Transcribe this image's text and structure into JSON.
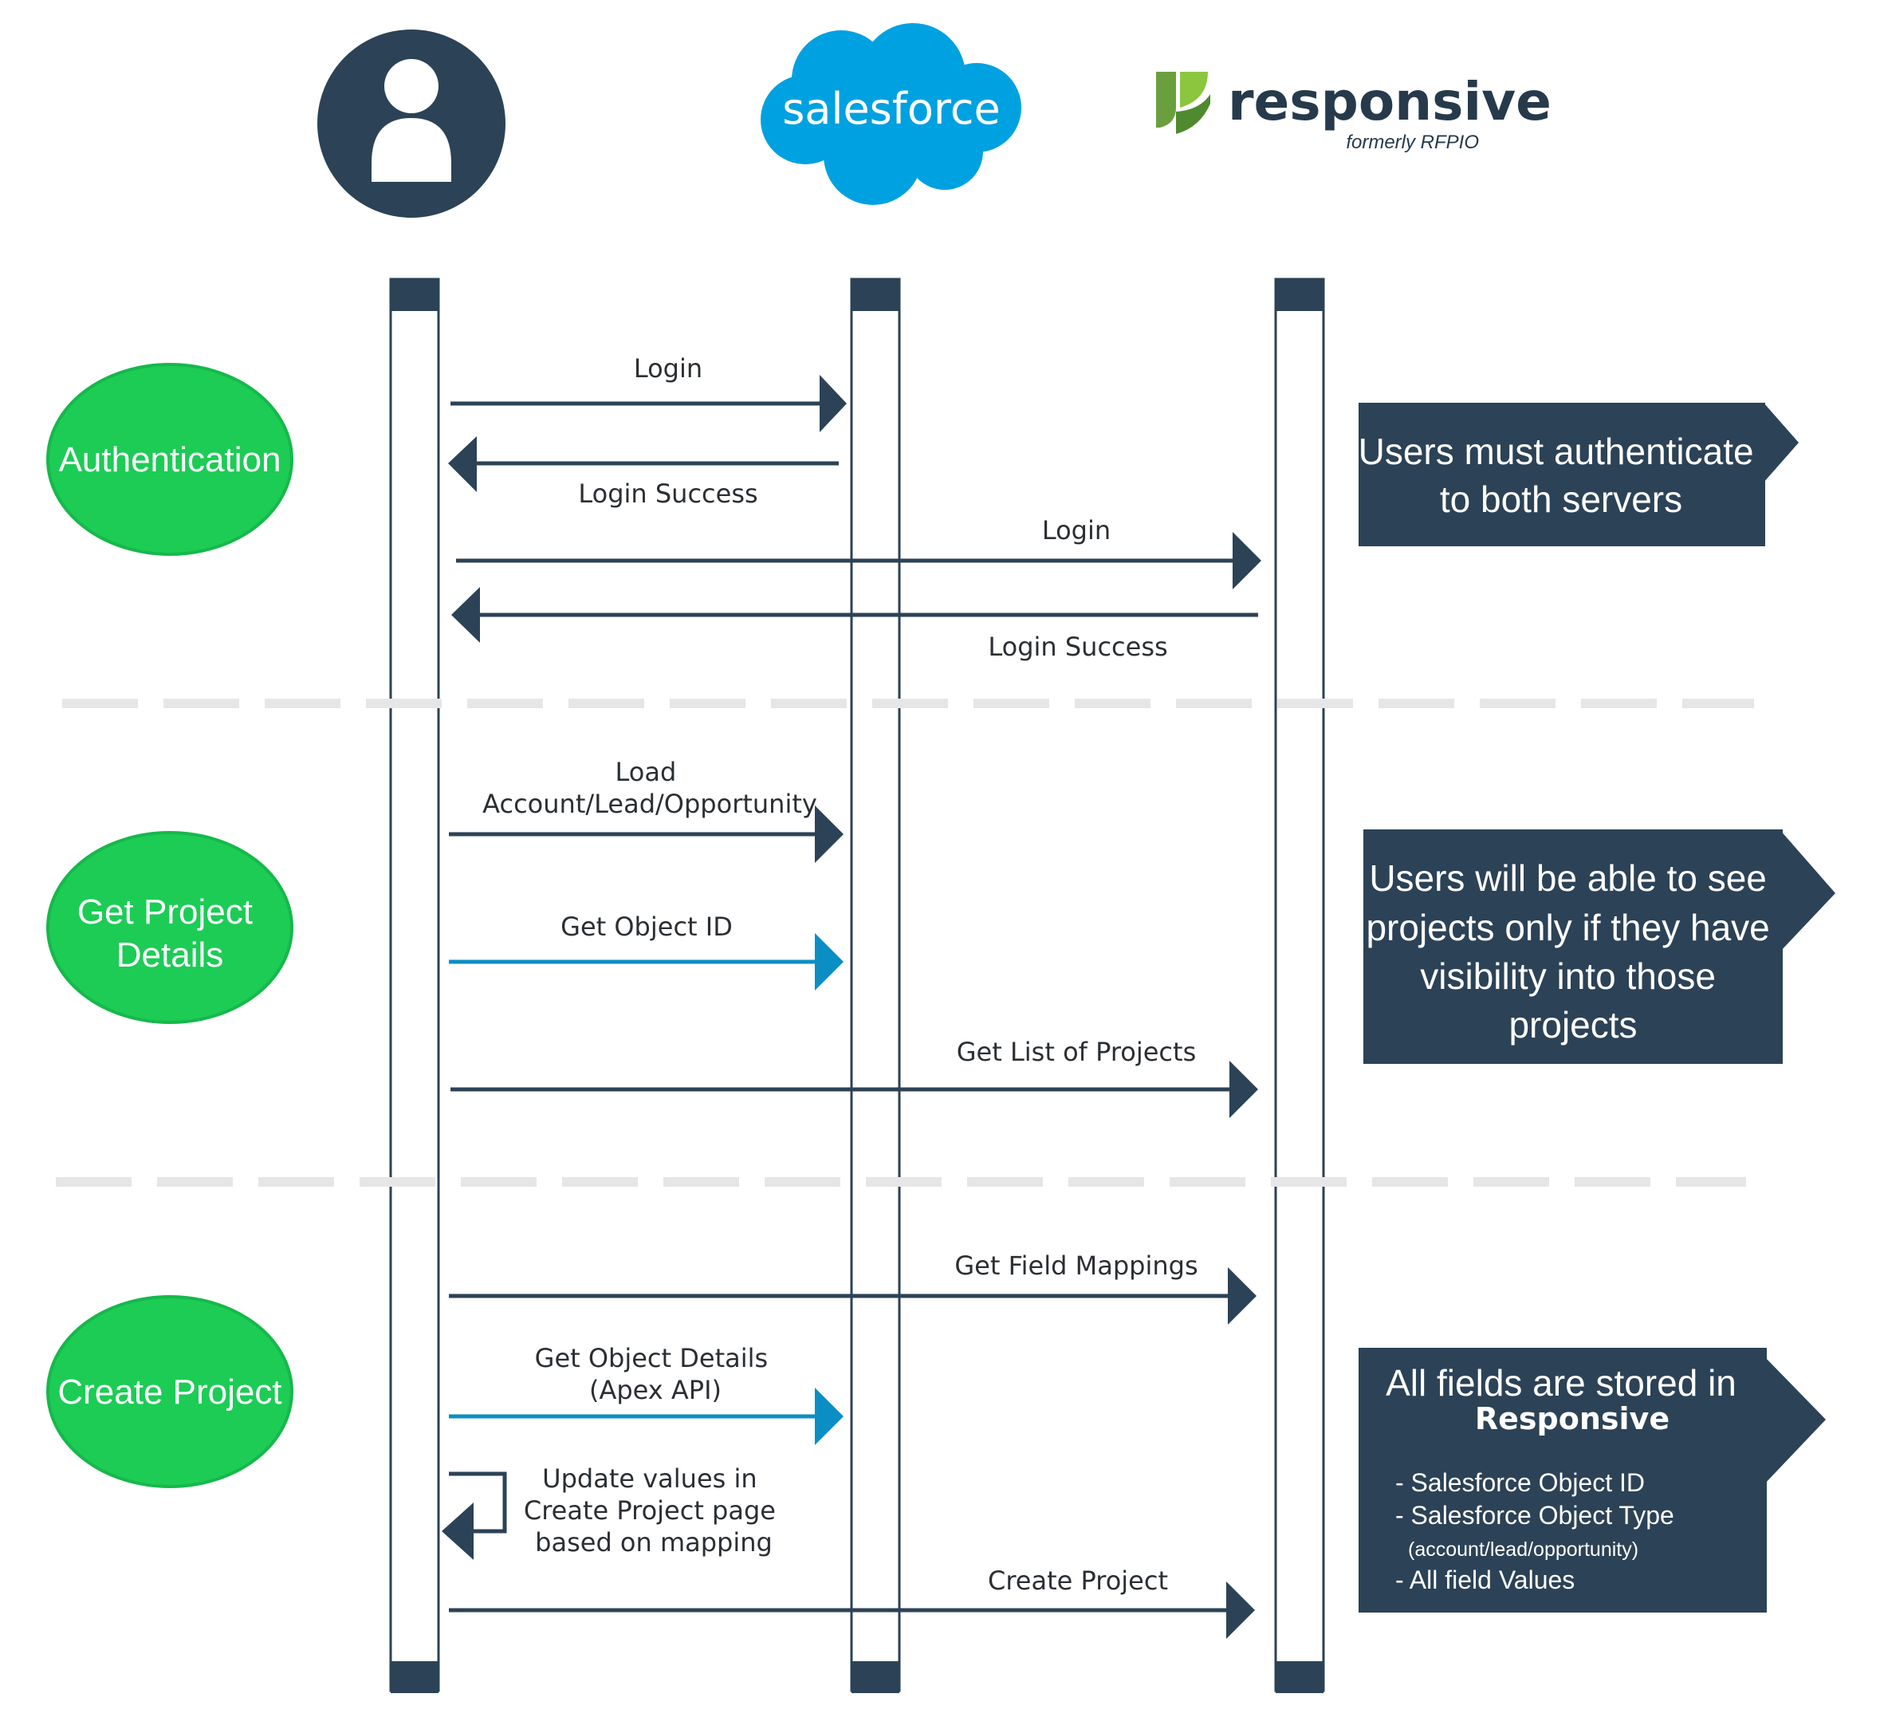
{
  "colors": {
    "navy": "#2c4256",
    "blue": "#0b8ec4",
    "green": "#1ccc55",
    "green_stroke": "#16b84b",
    "salesforce_blue": "#00a1e0",
    "divider": "#e6e6e6"
  },
  "participants": {
    "user": {
      "icon": "user-avatar-icon"
    },
    "salesforce": {
      "logo_text": "salesforce"
    },
    "responsive": {
      "logo_text": "responsive",
      "logo_subtext": "formerly RFPIO"
    }
  },
  "phases": [
    {
      "label_lines": [
        "Authentication"
      ]
    },
    {
      "label_lines": [
        "Get Project",
        "Details"
      ]
    },
    {
      "label_lines": [
        "Create Project"
      ]
    }
  ],
  "messages": [
    {
      "label_lines": [
        "Login"
      ]
    },
    {
      "label_lines": [
        "Login Success"
      ]
    },
    {
      "label_lines": [
        "Login"
      ]
    },
    {
      "label_lines": [
        "Login Success"
      ]
    },
    {
      "label_lines": [
        "Load",
        "Account/Lead/Opportunity"
      ]
    },
    {
      "label_lines": [
        "Get Object ID"
      ]
    },
    {
      "label_lines": [
        "Get List of Projects"
      ]
    },
    {
      "label_lines": [
        "Get Field Mappings"
      ]
    },
    {
      "label_lines": [
        "Get Object Details",
        "(Apex API)"
      ]
    },
    {
      "label_lines": [
        "Update values in",
        "Create Project page",
        "based on mapping"
      ]
    },
    {
      "label_lines": [
        "Create Project"
      ]
    }
  ],
  "notes": {
    "auth": {
      "lines": [
        "Users must authenticate",
        "to both servers"
      ]
    },
    "visibility": {
      "lines": [
        "Users will be able to see",
        "projects only if they have",
        "visibility into those",
        "projects"
      ]
    },
    "storage": {
      "title": "All fields are stored in",
      "title_bold": "Responsive",
      "items": [
        "- Salesforce Object ID",
        "- Salesforce Object Type",
        "(account/lead/opportunity)",
        "- All field Values"
      ]
    }
  }
}
